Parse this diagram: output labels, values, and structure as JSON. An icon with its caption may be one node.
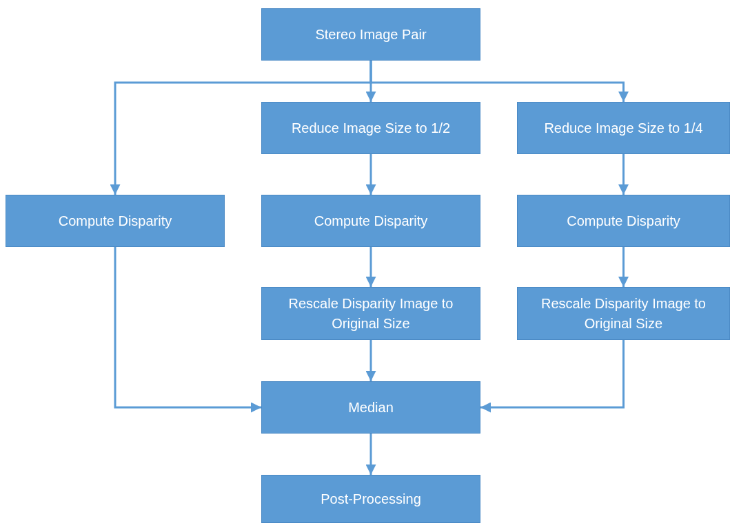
{
  "diagram": {
    "nodes": [
      {
        "text": [
          "Stereo Image Pair"
        ]
      },
      {
        "text": [
          "Reduce Image Size to 1/2"
        ]
      },
      {
        "text": [
          "Reduce Image Size to 1/4"
        ]
      },
      {
        "text": [
          "Compute Disparity"
        ]
      },
      {
        "text": [
          "Compute Disparity"
        ]
      },
      {
        "text": [
          "Compute Disparity"
        ]
      },
      {
        "text": [
          "Rescale Disparity Image to Original Size"
        ]
      },
      {
        "text": [
          "Rescale Disparity Image to Original Size"
        ]
      },
      {
        "text": [
          "Median"
        ]
      },
      {
        "text": [
          "Post-Processing"
        ]
      }
    ],
    "edges": [
      {
        "from": 0,
        "to": 1,
        "arrow": "to"
      },
      {
        "from": 0,
        "to": 3,
        "arrow": "to"
      },
      {
        "from": 0,
        "to": 2,
        "arrow": "to"
      },
      {
        "from": 1,
        "to": 4,
        "arrow": "to"
      },
      {
        "from": 2,
        "to": 5,
        "arrow": "to"
      },
      {
        "from": 4,
        "to": 6,
        "arrow": "to"
      },
      {
        "from": 5,
        "to": 7,
        "arrow": "to"
      },
      {
        "from": 3,
        "to": 8,
        "arrow": "to"
      },
      {
        "from": 6,
        "to": 8,
        "arrow": "to"
      },
      {
        "from": 7,
        "to": 8,
        "arrow": "to"
      },
      {
        "from": 8,
        "to": 9,
        "arrow": "to"
      }
    ]
  }
}
